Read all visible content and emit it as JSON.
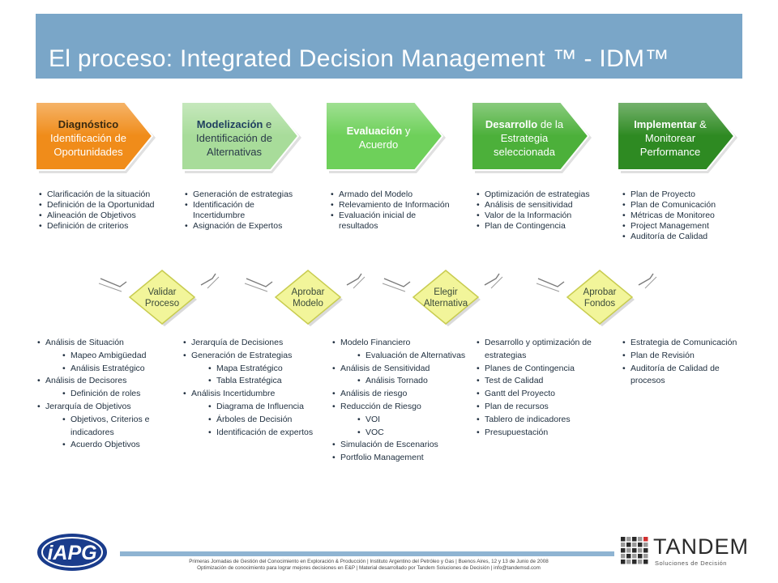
{
  "title": "El proceso: Integrated Decision Management ™ - IDM™",
  "steps": [
    {
      "bold": "Diagnóstico",
      "rest": "Identificación de Oportunidades",
      "color": "#f08c1a"
    },
    {
      "bold": "Modelización",
      "rest": "e Identificación de Alternativas",
      "color": "#a8dc9a"
    },
    {
      "bold": "Evaluación",
      "rest": "y Acuerdo",
      "color": "#6ed05a"
    },
    {
      "bold": "Desarrollo",
      "rest": "de la Estrategia seleccionada",
      "color": "#4cb03a"
    },
    {
      "bold": "Implementar",
      "rest": "& Monitorear Performance",
      "color": "#2e8a22"
    }
  ],
  "step_bullets": [
    [
      "Clarificación de la situación",
      "Definición de la Oportunidad",
      "Alineación de Objetivos",
      "Definición de criterios"
    ],
    [
      "Generación de estrategias",
      "Identificación de Incertidumbre",
      "Asignación de Expertos"
    ],
    [
      "Armado del Modelo",
      "Relevamiento de Información",
      "Evaluación inicial de resultados"
    ],
    [
      "Optimización de estrategias",
      "Análisis de sensitividad",
      "Valor de la Información",
      "Plan de Contingencia"
    ],
    [
      "Plan de Proyecto",
      "Plan de Comunicación",
      "Métricas de Monitoreo",
      "Project Management",
      "Auditoría de Calidad"
    ]
  ],
  "gates": [
    {
      "line1": "Validar",
      "line2": "Proceso"
    },
    {
      "line1": "Aprobar",
      "line2": "Modelo"
    },
    {
      "line1": "Elegir",
      "line2": "Alternativa"
    },
    {
      "line1": "Aprobar",
      "line2": "Fondos"
    }
  ],
  "tools": [
    [
      {
        "text": "Análisis de Situación",
        "sub": false
      },
      {
        "text": "Mapeo Ambigüedad",
        "sub": true
      },
      {
        "text": "Análisis Estratégico",
        "sub": true
      },
      {
        "text": "Análisis de Decisores",
        "sub": false
      },
      {
        "text": "Definición de roles",
        "sub": true
      },
      {
        "text": "Jerarquía de Objetivos",
        "sub": false
      },
      {
        "text": "Objetivos, Criterios e indicadores",
        "sub": true
      },
      {
        "text": "Acuerdo Objetivos",
        "sub": true
      }
    ],
    [
      {
        "text": "Jerarquía de Decisiones",
        "sub": false
      },
      {
        "text": "Generación de Estrategias",
        "sub": false
      },
      {
        "text": "Mapa Estratégico",
        "sub": true
      },
      {
        "text": "Tabla Estratégica",
        "sub": true
      },
      {
        "text": "Análisis Incertidumbre",
        "sub": false
      },
      {
        "text": "Diagrama de Influencia",
        "sub": true
      },
      {
        "text": "Árboles de Decisión",
        "sub": true
      },
      {
        "text": "Identificación de expertos",
        "sub": true
      }
    ],
    [
      {
        "text": "Modelo Financiero",
        "sub": false
      },
      {
        "text": "Evaluación de Alternativas",
        "sub": true
      },
      {
        "text": "Análisis de Sensitividad",
        "sub": false
      },
      {
        "text": "Análisis Tornado",
        "sub": true
      },
      {
        "text": "Análisis de riesgo",
        "sub": false
      },
      {
        "text": "Reducción de Riesgo",
        "sub": false
      },
      {
        "text": "VOI",
        "sub": true
      },
      {
        "text": "VOC",
        "sub": true
      },
      {
        "text": "Simulación de Escenarios",
        "sub": false
      },
      {
        "text": "Portfolio Management",
        "sub": false
      }
    ],
    [
      {
        "text": "Desarrollo y optimización de estrategias",
        "sub": false
      },
      {
        "text": "Planes de Contingencia",
        "sub": false
      },
      {
        "text": "Test de Calidad",
        "sub": false
      },
      {
        "text": "Gantt del Proyecto",
        "sub": false
      },
      {
        "text": "Plan de recursos",
        "sub": false
      },
      {
        "text": "Tablero de indicadores",
        "sub": false
      },
      {
        "text": "Presupuestación",
        "sub": false
      }
    ],
    [
      {
        "text": "Estrategia de Comunicación",
        "sub": false
      },
      {
        "text": "Plan de Revisión",
        "sub": false
      },
      {
        "text": "Auditoría de Calidad de procesos",
        "sub": false
      }
    ]
  ],
  "footer": {
    "line1": "Primeras Jornadas de Gestión del Conocimiento en Exploración & Producción | Instituto Argentino del Petróleo y Gas | Buenos Aires, 12 y 13 de Junio de 2008",
    "line2": "Optimización de conocimiento para lograr mejores decisiones en E&P | Material desarrollado por Tandem Soluciones de Decisión | info@tandemsd.com"
  },
  "logos": {
    "iapg": "iAPG",
    "tandem_name": "TANDEM",
    "tandem_tagline": "Soluciones de Decisión"
  },
  "colors": {
    "title_bar": "#7aa6c8",
    "gate_fill": "#f2f59a",
    "gate_stroke": "#c8cc50",
    "iapg_blue": "#1a3c8c"
  }
}
